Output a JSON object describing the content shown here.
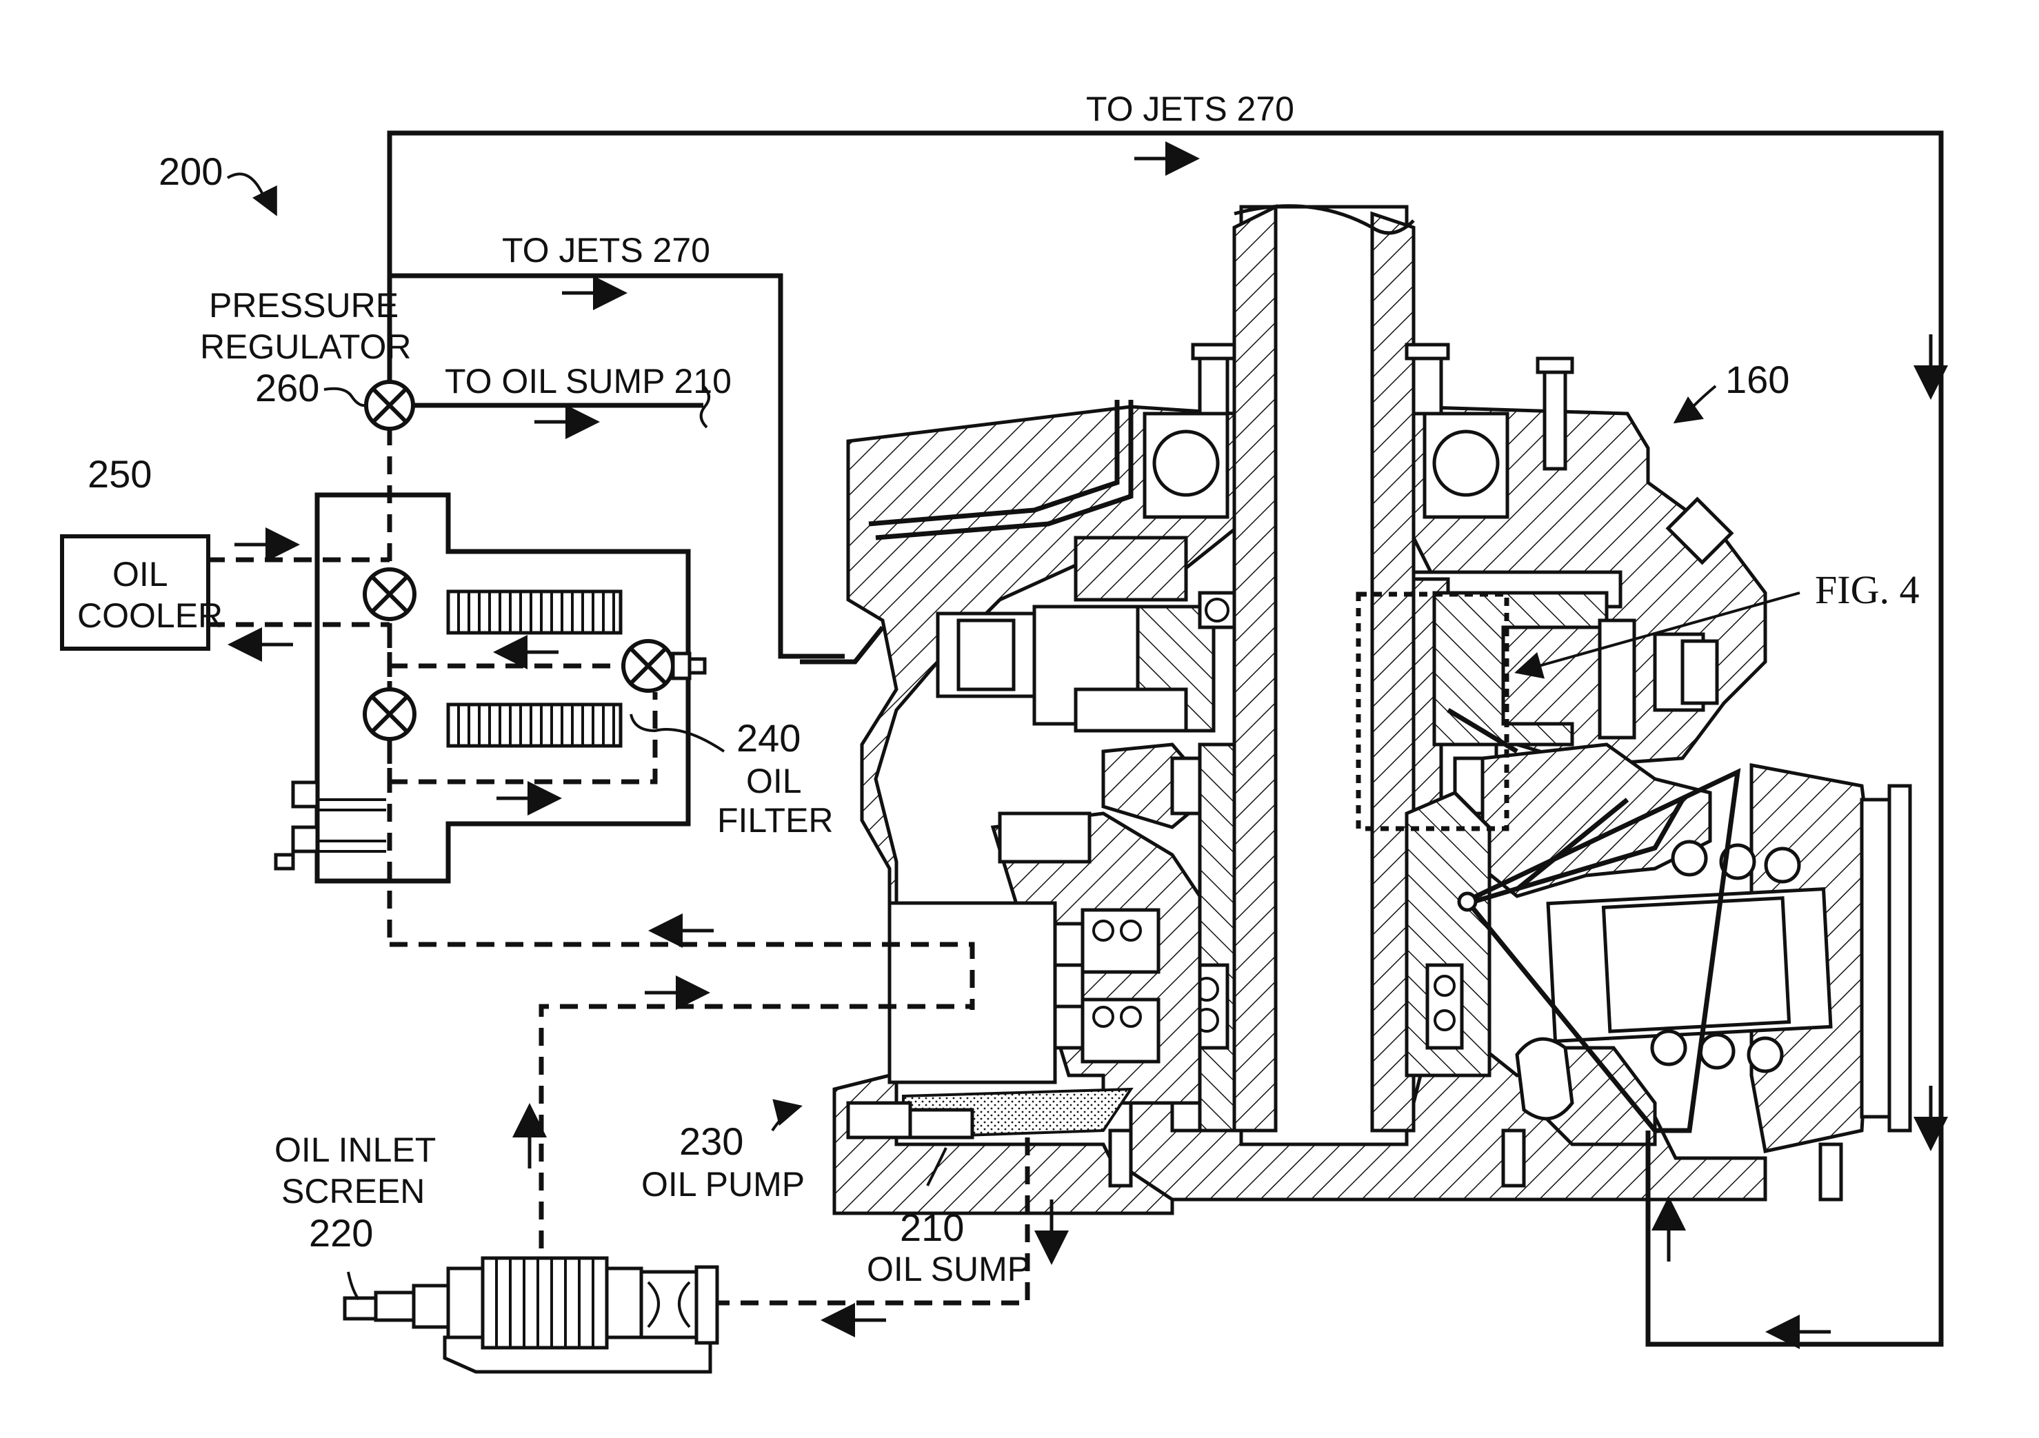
{
  "labels": {
    "system": "200",
    "to_jets_top": "TO JETS 270",
    "to_jets_mid": "TO JETS 270",
    "pressure_regulator_line1": "PRESSURE",
    "pressure_regulator_line2": "REGULATOR",
    "pressure_regulator_num": "260",
    "to_oil_sump": "TO OIL SUMP 210",
    "oil_cooler_num": "250",
    "oil_cooler_line1": "OIL",
    "oil_cooler_line2": "COOLER",
    "oil_filter_num": "240",
    "oil_filter_line1": "OIL",
    "oil_filter_line2": "FILTER",
    "oil_pump_num": "230",
    "oil_pump": "OIL PUMP",
    "oil_sump_num": "210",
    "oil_sump": "OIL SUMP",
    "oil_inlet_line1": "OIL INLET",
    "oil_inlet_line2": "SCREEN",
    "oil_inlet_num": "220",
    "gearbox_num": "160",
    "fig_ref": "FIG. 4"
  }
}
